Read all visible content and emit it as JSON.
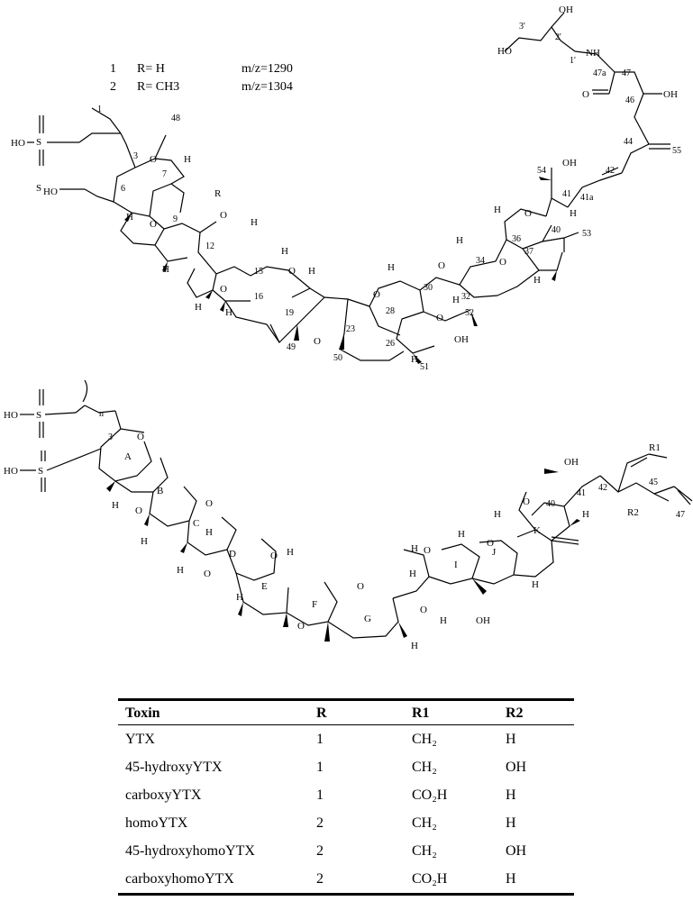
{
  "legend": {
    "entry1": {
      "num": "1",
      "r": "R= H",
      "mz": "m/z=1290"
    },
    "entry2": {
      "num": "2",
      "r": "R= CH3",
      "mz": "m/z=1304"
    }
  },
  "structure_top": {
    "atom_labels": [
      "HO",
      "HO",
      "O",
      "O",
      "O",
      "O",
      "S",
      "S",
      "OH",
      "OH",
      "NH",
      "O",
      "H",
      "R",
      "OH"
    ],
    "locants": [
      "1'",
      "2'",
      "3'",
      "47a",
      "47",
      "46",
      "44",
      "55",
      "42",
      "41",
      "41a",
      "54",
      "40",
      "36",
      "37",
      "53",
      "34",
      "30",
      "32",
      "52",
      "28",
      "26",
      "51",
      "23",
      "50",
      "19",
      "49",
      "16",
      "15",
      "12",
      "9",
      "7",
      "6",
      "3",
      "48",
      "1"
    ]
  },
  "structure_bottom": {
    "ring_letters": [
      "A",
      "B",
      "C",
      "D",
      "E",
      "F",
      "G",
      "H",
      "I",
      "J",
      "K"
    ],
    "locants": [
      "3",
      "41",
      "42",
      "45",
      "40",
      "47"
    ],
    "substituents": [
      "R1",
      "R2",
      "n"
    ]
  },
  "table": {
    "headers": [
      "Toxin",
      "R",
      "R1",
      "R2"
    ],
    "rows": [
      [
        "YTX",
        "1",
        "CH₂",
        "H"
      ],
      [
        "45-hydroxyYTX",
        "1",
        "CH₂",
        "OH"
      ],
      [
        "carboxyYTX",
        "1",
        "CO₂H",
        "H"
      ],
      [
        "homoYTX",
        "2",
        "CH₂",
        "H"
      ],
      [
        "45-hydroxyhomoYTX",
        "2",
        "CH₂",
        "OH"
      ],
      [
        "carboxyhomoYTX",
        "2",
        "CO₂H",
        "H"
      ]
    ]
  }
}
